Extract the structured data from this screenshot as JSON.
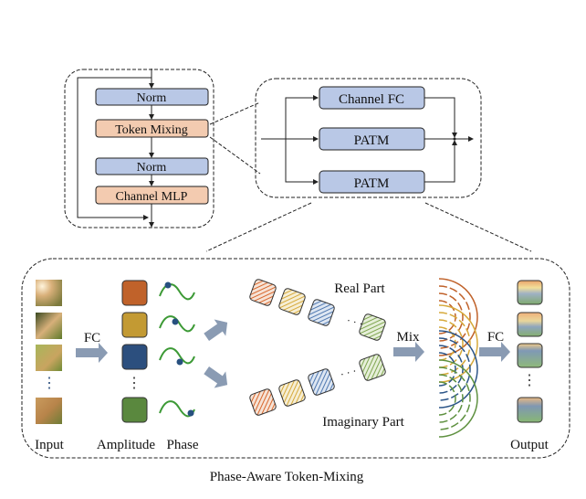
{
  "block": {
    "norm1": "Norm",
    "token_mixing": "Token Mixing",
    "norm2": "Norm",
    "channel_mlp": "Channel MLP"
  },
  "token_mixer": {
    "channel_fc": "Channel FC",
    "patm_1": "PATM",
    "patm_2": "PATM"
  },
  "patm": {
    "fc_label_1": "FC",
    "mix_label": "Mix",
    "fc_label_2": "FC",
    "real_part": "Real Part",
    "imaginary_part": "Imaginary Part",
    "input_label": "Input",
    "amplitude_label": "Amplitude",
    "phase_label": "Phase",
    "output_label": "Output",
    "ellipsis_dots": "⋮",
    "ellipsis_h": "·  ·  ·"
  },
  "caption": "Phase-Aware Token-Mixing",
  "colors": {
    "norm_fill": "#b9c8e6",
    "mixing_fill": "#f3cbb0",
    "arrow_fill": "#8a9bb3",
    "token_colors": [
      "#c0622a",
      "#c39a33",
      "#2c4f7e",
      "#5a883e"
    ],
    "wave_green": "#3d9a36",
    "phase_dot": "#27507f"
  }
}
